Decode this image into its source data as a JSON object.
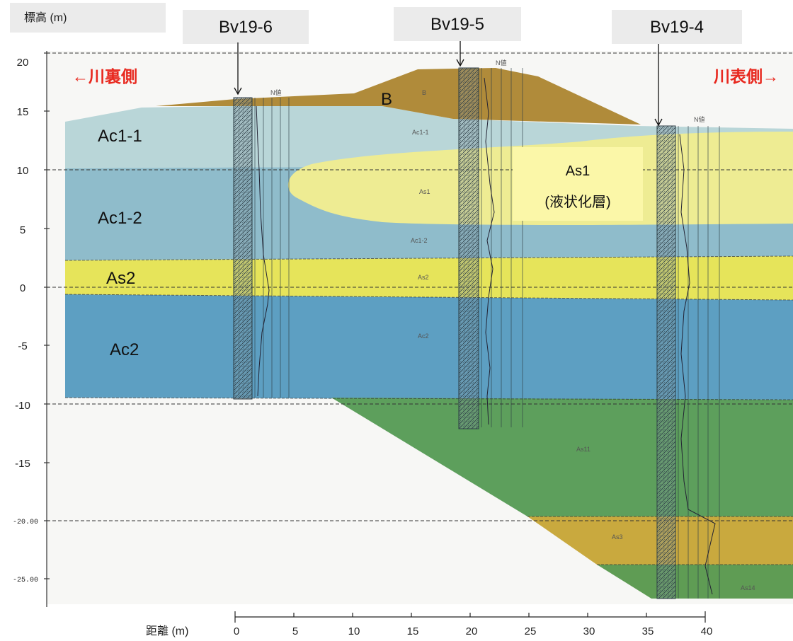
{
  "y_axis": {
    "title": "標高 (m)",
    "ticks": [
      "20",
      "15",
      "10",
      "5",
      "0",
      "-5",
      "-10",
      "-15",
      "-20.00",
      "-25.00"
    ]
  },
  "x_axis": {
    "title": "距離 (m)",
    "ticks": [
      "0",
      "5",
      "10",
      "15",
      "20",
      "25",
      "30",
      "35",
      "40"
    ]
  },
  "boreholes": [
    {
      "name": "Bv19-6"
    },
    {
      "name": "Bv19-5"
    },
    {
      "name": "Bv19-4"
    }
  ],
  "sides": {
    "left": "←川裏側",
    "right": "川表側→"
  },
  "layers_left": [
    "Ac1-1",
    "Ac1-2",
    "As2",
    "Ac2"
  ],
  "embankment": "B",
  "as1_callout": {
    "line1": "As1",
    "line2": "(液状化層)"
  },
  "small_labels": {
    "b": "B",
    "ac1_1": "Ac1-1",
    "as1": "As1",
    "ac1_2": "Ac1-2",
    "as2": "As2",
    "ac2": "Ac2",
    "as11": "As11",
    "as3": "As3",
    "as14": "As14",
    "n_left": "N値",
    "n_center": "N値",
    "n_right": "N値"
  },
  "colors": {
    "embankment": "#b08b3a",
    "ac1_1": "#b9d6d8",
    "ac1_2": "#8fbccb",
    "as1": "#eeec93",
    "as2": "#e6e45a",
    "ac2": "#5d9fc2",
    "as11": "#5d9f5c",
    "as3": "#c9a93e",
    "as14": "#5f9c54",
    "side_text": "#e8281e",
    "callout_bg": "#fbf7a8"
  }
}
